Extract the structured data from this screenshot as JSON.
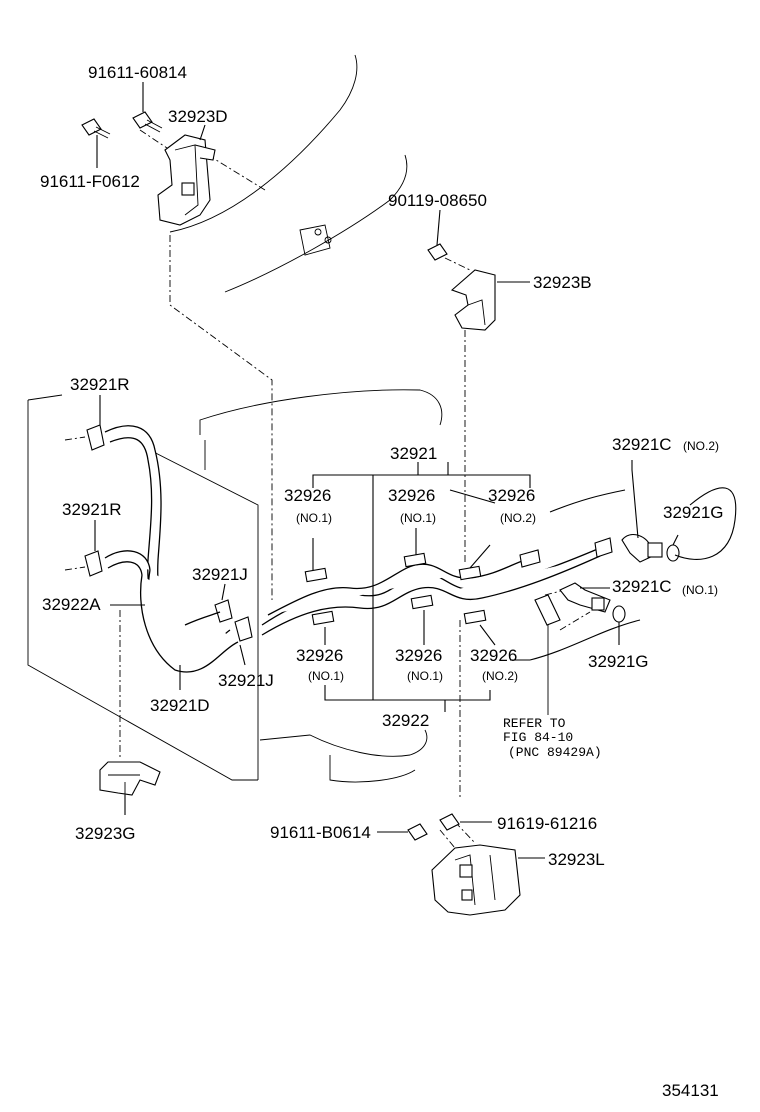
{
  "labels": {
    "bolt_top_upper": "91611-60814",
    "bracket_top": "32923D",
    "bolt_top_lower": "91611-F0612",
    "bolt_right_top": "90119-08650",
    "bracket_right_top": "32923B",
    "hose_r_upper": "32921R",
    "hose_r_lower": "32921R",
    "hose_j_upper": "32921J",
    "hose_j_lower": "32921J",
    "tube_a": "32922A",
    "hose_d": "32921D",
    "bracket_g": "32923G",
    "tube_top_group": "32921",
    "clip_1": "32926",
    "clip_1_no": "(NO.1)",
    "clip_2": "32926",
    "clip_2_no": "(NO.1)",
    "clip_3": "32926",
    "clip_3_no": "(NO.2)",
    "clip_4": "32926",
    "clip_4_no": "(NO.1)",
    "clip_5": "32926",
    "clip_5_no": "(NO.1)",
    "clip_6": "32926",
    "clip_6_no": "(NO.2)",
    "tube_bottom_group": "32922",
    "connector_no2": "32921C",
    "connector_no2_sub": "(NO.2)",
    "oring_upper": "32921G",
    "connector_no1": "32921C",
    "connector_no1_sub": "(NO.1)",
    "oring_lower": "32921G",
    "refer_line1": "REFER TO",
    "refer_line2": "FIG 84-10",
    "refer_line3": "(PNC 89429A)",
    "bolt_bottom_left": "91611-B0614",
    "bolt_bottom_right": "91619-61216",
    "bracket_bottom": "32923L",
    "diagram_number": "354131"
  }
}
